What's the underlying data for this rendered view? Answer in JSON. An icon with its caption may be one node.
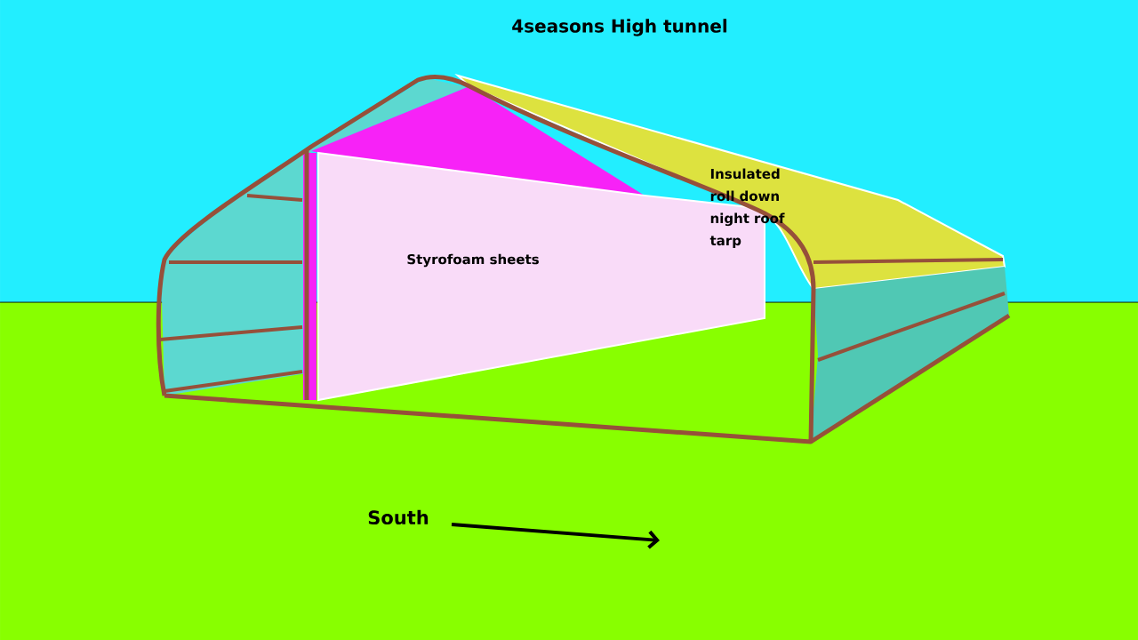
{
  "diagram": {
    "title": "4seasons High tunnel",
    "labels": [
      "Insulated roll down night roof tarp",
      "Styrofoam sheets",
      "South"
    ]
  }
}
